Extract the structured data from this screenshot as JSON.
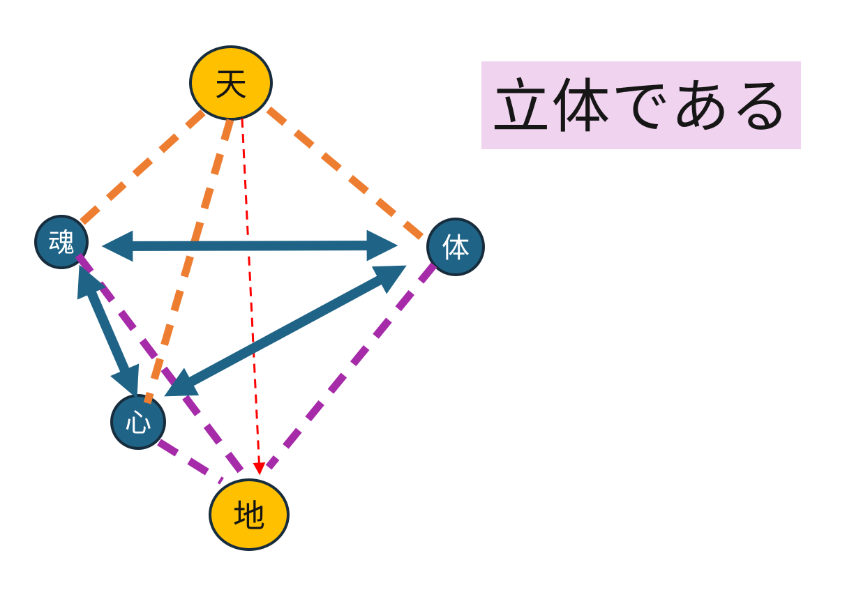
{
  "title": {
    "text": "立体である",
    "bg": "#F0D3EF",
    "text_color": "#161616"
  },
  "colors": {
    "background": "#FFFFFF",
    "gold": "#FFC000",
    "teal": "#1F6386",
    "node_border": "#172D3D",
    "orange": "#ED7D31",
    "purple": "#A62BA9",
    "red": "#FF0000",
    "label_dark": "#141414",
    "label_light": "#FFFFFF"
  },
  "nodes": {
    "heaven": {
      "label": "天",
      "shape": "ellipse",
      "fill": "gold"
    },
    "soul": {
      "label": "魂",
      "shape": "circle",
      "fill": "teal"
    },
    "body": {
      "label": "体",
      "shape": "circle",
      "fill": "teal"
    },
    "mind": {
      "label": "心",
      "shape": "circle",
      "fill": "teal"
    },
    "earth": {
      "label": "地",
      "shape": "ellipse",
      "fill": "gold"
    }
  },
  "edges": [
    {
      "from": "heaven",
      "to": "soul",
      "style": "thick-dashed",
      "color": "orange"
    },
    {
      "from": "heaven",
      "to": "mind",
      "style": "thick-dashed",
      "color": "orange"
    },
    {
      "from": "heaven",
      "to": "body",
      "style": "thick-dashed",
      "color": "orange"
    },
    {
      "from": "heaven",
      "to": "earth",
      "style": "thin-dashed-arrow",
      "color": "red"
    },
    {
      "from": "soul",
      "to": "earth",
      "style": "thick-dashed",
      "color": "purple"
    },
    {
      "from": "mind",
      "to": "earth",
      "style": "thick-dashed",
      "color": "purple"
    },
    {
      "from": "body",
      "to": "earth",
      "style": "thick-dashed",
      "color": "purple"
    },
    {
      "from": "soul",
      "to": "body",
      "style": "double-arrow",
      "color": "teal"
    },
    {
      "from": "soul",
      "to": "mind",
      "style": "double-arrow",
      "color": "teal"
    },
    {
      "from": "mind",
      "to": "body",
      "style": "double-arrow",
      "color": "teal"
    }
  ]
}
